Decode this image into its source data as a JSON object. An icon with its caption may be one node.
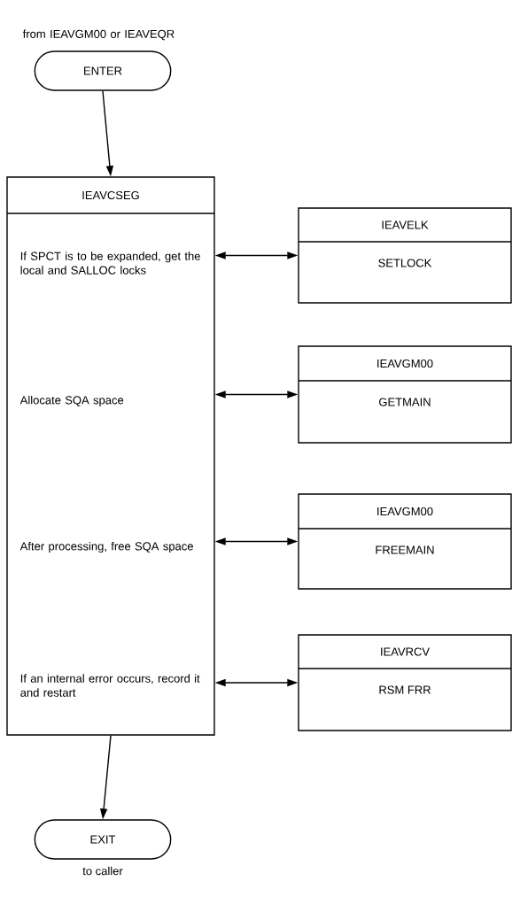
{
  "diagram": {
    "nodes": [
      {
        "text": [
          "ENTER"
        ],
        "beside": [
          "from IEAVGM00 or IEAVEQR"
        ]
      },
      {
        "text": [
          "IEAVCSEG",
          "If SPCT is to be expanded, get the local and SALLOC locks",
          "Allocate SQA space",
          "After processing, free SQA space",
          "If an internal error occurs, record it and restart"
        ]
      },
      {
        "text": [
          "IEAVELK",
          "SETLOCK"
        ]
      },
      {
        "text": [
          "IEAVGM00",
          "GETMAIN"
        ]
      },
      {
        "text": [
          "IEAVGM00",
          "FREEMAIN"
        ]
      },
      {
        "text": [
          "IEAVRCV",
          "RSM FRR"
        ]
      },
      {
        "text": [
          "EXIT"
        ],
        "beside": [
          "to caller"
        ]
      }
    ],
    "edges": [
      {
        "from": 0,
        "to": 1,
        "arrow": "to"
      },
      {
        "from": 1,
        "to": 2,
        "arrow": "both"
      },
      {
        "from": 1,
        "to": 3,
        "arrow": "both"
      },
      {
        "from": 1,
        "to": 4,
        "arrow": "both"
      },
      {
        "from": 1,
        "to": 5,
        "arrow": "both"
      },
      {
        "from": 1,
        "to": 6,
        "arrow": "to"
      }
    ]
  }
}
